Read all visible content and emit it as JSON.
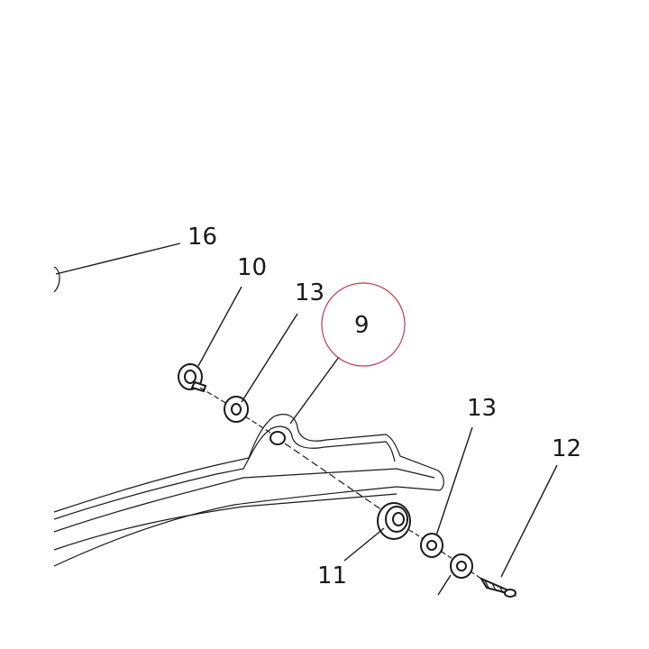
{
  "callouts": [
    {
      "id": "c16",
      "label": "16"
    },
    {
      "id": "c10",
      "label": "10"
    },
    {
      "id": "c13a",
      "label": "13"
    },
    {
      "id": "c9",
      "label": "9"
    },
    {
      "id": "c13b",
      "label": "13"
    },
    {
      "id": "c12",
      "label": "12"
    },
    {
      "id": "c11",
      "label": "11"
    }
  ],
  "highlight": {
    "callout": "9",
    "color": "#c0394f"
  },
  "colors": {
    "line": "#1a1a1a",
    "background": "#ffffff"
  }
}
